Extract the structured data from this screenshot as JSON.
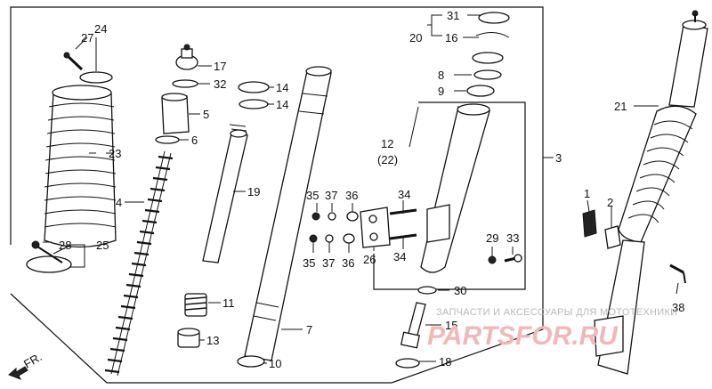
{
  "diagram": {
    "callouts": {
      "c1": "1",
      "c2": "2",
      "c3": "3",
      "c4": "4",
      "c5": "5",
      "c6": "6",
      "c7": "7",
      "c8": "8",
      "c9": "9",
      "c10": "10",
      "c11": "11",
      "c12": "12",
      "c12b": "(22)",
      "c13": "13",
      "c14a": "14",
      "c14b": "14",
      "c15": "15",
      "c16": "16",
      "c17": "17",
      "c18": "18",
      "c19": "19",
      "c20": "20",
      "c21": "21",
      "c23": "23",
      "c24": "24",
      "c25": "25",
      "c26": "26",
      "c27": "27",
      "c28": "28",
      "c29": "29",
      "c30": "30",
      "c31": "31",
      "c32": "32",
      "c33": "33",
      "c34a": "34",
      "c34b": "34",
      "c35a": "35",
      "c35b": "35",
      "c36a": "36",
      "c36b": "36",
      "c37a": "37",
      "c37b": "37",
      "c38": "38"
    },
    "front_marker": "FR."
  },
  "watermark": {
    "caption": "ЗАПЧАСТИ И АКСЕССУАРЫ ДЛЯ МОТОТЕХНИКИ",
    "brand": "PARTSFOR.RU"
  }
}
